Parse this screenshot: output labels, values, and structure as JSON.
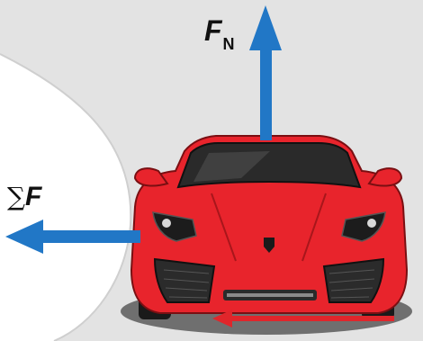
{
  "labels": {
    "normal_force": {
      "symbol": "F",
      "subscript": "N"
    },
    "net_force": {
      "prefix": "∑",
      "symbol": "F"
    }
  },
  "colors": {
    "force_arrow": "#2177c6",
    "friction_arrow": "#e0262b",
    "car_body": "#e8242c",
    "ground": "#e3e3e3"
  }
}
